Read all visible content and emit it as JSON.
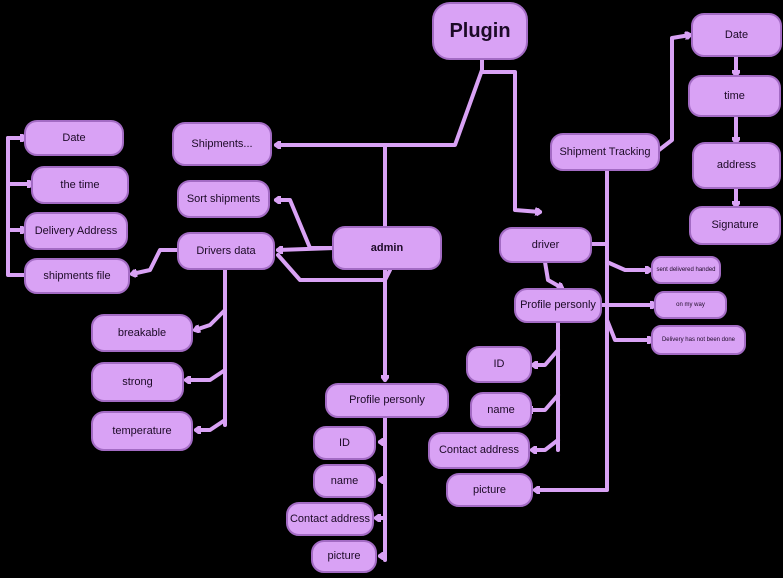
{
  "diagram": {
    "plugin": "Plugin",
    "admin": {
      "label": "admin",
      "shipments": "Shipments...",
      "sort_shipments": "Sort shipments",
      "drivers_data": "Drivers data",
      "shipments_file": "shipments file",
      "file_fields": [
        "Date",
        "the time",
        "Delivery Address"
      ],
      "drivers_attributes": [
        "breakable",
        "strong",
        "temperature"
      ],
      "profile": "Profile personly",
      "profile_fields": [
        "ID",
        "name",
        "Contact address",
        "picture"
      ]
    },
    "driver": {
      "label": "driver",
      "profile": "Profile personly",
      "profile_fields": [
        "ID",
        "name",
        "Contact address",
        "picture"
      ],
      "statuses": [
        "sent delivered handed",
        "on my way",
        "Delivery has not been done"
      ]
    },
    "tracking": {
      "label": "Shipment Tracking",
      "fields": [
        "Date",
        "time",
        "address",
        "Signature"
      ]
    }
  }
}
